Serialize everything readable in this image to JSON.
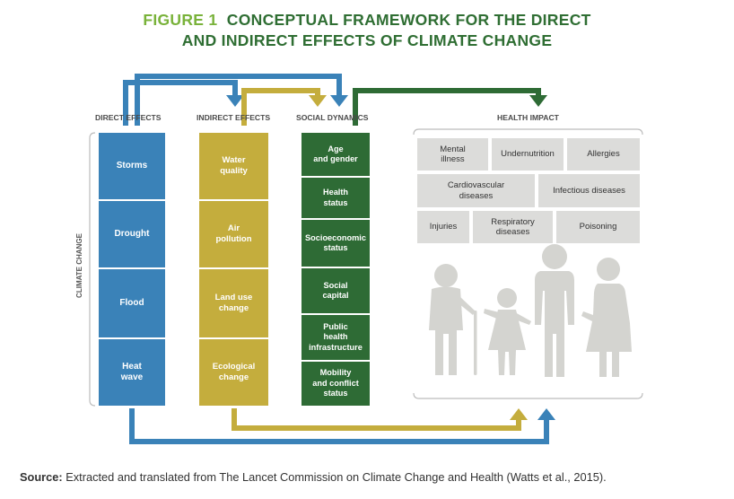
{
  "title": {
    "figure_label": "FIGURE 1",
    "line1": "CONCEPTUAL FRAMEWORK FOR THE DIRECT",
    "line2": "AND INDIRECT EFFECTS OF CLIMATE CHANGE"
  },
  "headers": {
    "direct": "DIRECT EFFECTS",
    "indirect": "INDIRECT EFFECTS",
    "social": "SOCIAL DYNAMICS",
    "health": "HEALTH IMPACT"
  },
  "side_label": "CLIMATE CHANGE",
  "direct_effects": [
    "Storms",
    "Drought",
    "Flood",
    "Heat\nwave"
  ],
  "indirect_effects": [
    "Water\nquality",
    "Air\npollution",
    "Land use\nchange",
    "Ecological\nchange"
  ],
  "social_dynamics": [
    "Age\nand gender",
    "Health\nstatus",
    "Socioeconomic\nstatus",
    "Social\ncapital",
    "Public\nhealth\ninfrastructure",
    "Mobility\nand conflict\nstatus"
  ],
  "health_impacts": [
    "Mental\nillness",
    "Undernutrition",
    "Allergies",
    "Cardiovascular\ndiseases",
    "Infectious diseases",
    "Injuries",
    "Respiratory\ndiseases",
    "Poisoning"
  ],
  "colors": {
    "direct": "#3a82b8",
    "indirect": "#c4ad3d",
    "social": "#2e6b35",
    "tile": "#dcdcda",
    "people": "#d4d4d0",
    "title_green": "#2f6e33",
    "title_light": "#79b23a"
  },
  "source": {
    "label": "Source:",
    "text": " Extracted and translated from The Lancet Commission on Climate Change and Health (Watts et al., 2015)."
  }
}
